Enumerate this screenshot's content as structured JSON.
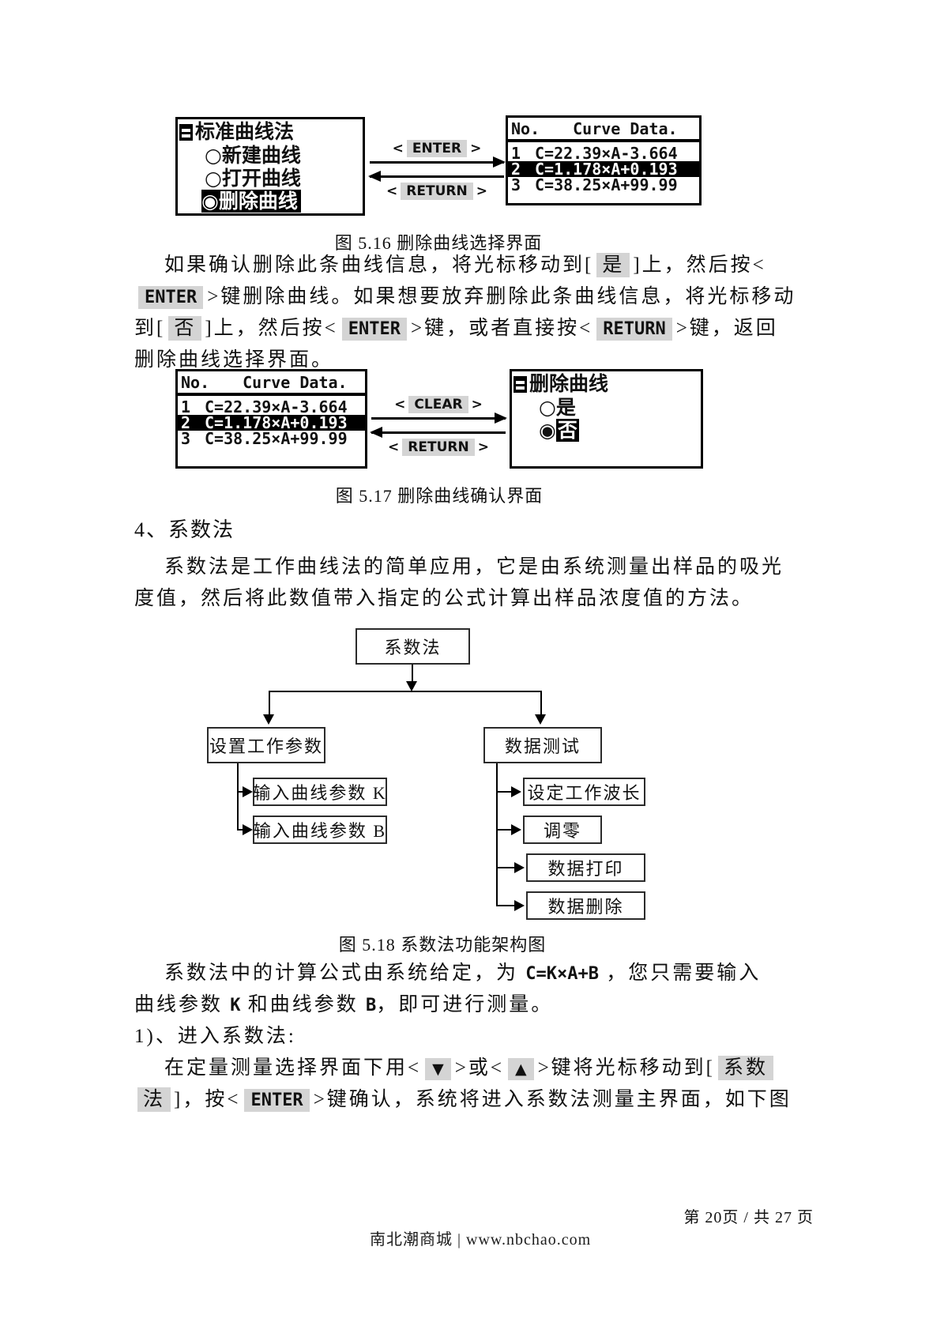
{
  "symbols": {
    "angle_l": "<",
    "angle_r": ">",
    "radio_off": "○",
    "radio_on": "◉"
  },
  "curve_list": {
    "col_no": "No.",
    "col_data": "Curve Data.",
    "rows": [
      {
        "no": "1",
        "formula": "C=22.39×A-3.664"
      },
      {
        "no": "2",
        "formula": "C=1.178×A+0.193"
      },
      {
        "no": "3",
        "formula": "C=38.25×A+99.99"
      }
    ]
  },
  "fig516": {
    "caption": "图 5.16 删除曲线选择界面",
    "menu_screen": {
      "title": "标准曲线法",
      "options": [
        {
          "label": "新建曲线"
        },
        {
          "label": "打开曲线"
        },
        {
          "label": "删除曲线"
        }
      ]
    },
    "arrows": {
      "forward_key": "ENTER",
      "back_key": "RETURN"
    }
  },
  "para1": {
    "lines": [
      {
        "segs": [
          {
            "t": "如果确认删除此条曲线信息，将光标移动到[",
            "s": "p"
          },
          {
            "t": "是",
            "s": "c"
          },
          {
            "t": "]上，然后按<",
            "s": "p"
          }
        ]
      },
      {
        "segs": [
          {
            "t": "ENTER",
            "s": "k"
          },
          {
            "t": ">键删除曲线。如果想要放弃删除此条曲线信息，将光标移动",
            "s": "p"
          }
        ]
      },
      {
        "segs": [
          {
            "t": "到[",
            "s": "p"
          },
          {
            "t": "否",
            "s": "c"
          },
          {
            "t": "]上，然后按<",
            "s": "p"
          },
          {
            "t": "ENTER",
            "s": "k"
          },
          {
            "t": ">键，或者直接按<",
            "s": "p"
          },
          {
            "t": "RETURN",
            "s": "k"
          },
          {
            "t": ">键，返回",
            "s": "p"
          }
        ]
      },
      {
        "segs": [
          {
            "t": "删除曲线选择界面。",
            "s": "p"
          }
        ]
      }
    ]
  },
  "fig517": {
    "caption": "图 5.17 删除曲线确认界面",
    "confirm_screen": {
      "title": "删除曲线",
      "yes": "是",
      "no": "否"
    },
    "arrows": {
      "forward_key": "CLEAR",
      "back_key": "RETURN"
    }
  },
  "section4": {
    "heading": "4、系数法"
  },
  "para2": {
    "lines": [
      "系数法是工作曲线法的简单应用，它是由系统测量出样品的吸光",
      "度值，然后将此数值带入指定的公式计算出样品浓度值的方法。"
    ]
  },
  "flowchart": {
    "root": "系数法",
    "left_parent": "设置工作参数",
    "right_parent": "数据测试",
    "left_children": [
      "输入曲线参数 K",
      "输入曲线参数 B"
    ],
    "right_children": [
      "设定工作波长",
      "调零",
      "数据打印",
      "数据删除"
    ]
  },
  "fig518": {
    "caption": "图 5.18 系数法功能架构图"
  },
  "para3": {
    "lines": [
      {
        "segs": [
          {
            "t": "系数法中的计算公式由系统给定，为 ",
            "s": "p"
          },
          {
            "t": "C=K×A+B",
            "s": "l"
          },
          {
            "t": " ，您只需要输入",
            "s": "p"
          }
        ]
      },
      {
        "segs": [
          {
            "t": "曲线参数 ",
            "s": "p"
          },
          {
            "t": "K",
            "s": "l"
          },
          {
            "t": " 和曲线参数 ",
            "s": "p"
          },
          {
            "t": "B",
            "s": "l"
          },
          {
            "t": "，即可进行测量。",
            "s": "p"
          }
        ]
      },
      {
        "segs": [
          {
            "t": "1)、进入系数法:",
            "s": "p"
          }
        ]
      }
    ]
  },
  "para4": {
    "lines": [
      {
        "segs": [
          {
            "t": "在定量测量选择界面下用<",
            "s": "p"
          },
          {
            "t": "▼",
            "s": "t"
          },
          {
            "t": ">或<",
            "s": "p"
          },
          {
            "t": "▲",
            "s": "t"
          },
          {
            "t": ">键将光标移动到[",
            "s": "p"
          },
          {
            "t": "系数",
            "s": "c"
          }
        ]
      },
      {
        "segs": [
          {
            "t": "法",
            "s": "c"
          },
          {
            "t": "]，按<",
            "s": "p"
          },
          {
            "t": "ENTER",
            "s": "k"
          },
          {
            "t": ">键确认，系统将进入系数法测量主界面，如下图",
            "s": "p"
          }
        ]
      }
    ]
  },
  "footer": {
    "page_info": "第 20页 / 共 27 页",
    "site": "南北潮商城 | www.nbchao.com"
  }
}
